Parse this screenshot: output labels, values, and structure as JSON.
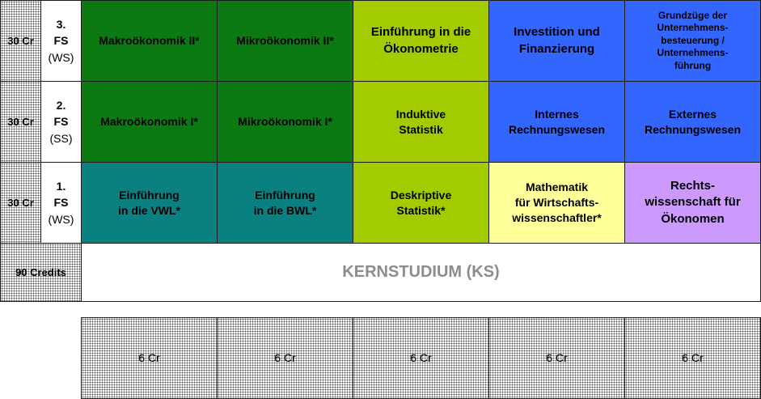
{
  "rows": [
    {
      "credits": "30 Cr",
      "semester_number": "3.",
      "semester_fs": "FS",
      "semester_type": "(WS)",
      "modules": [
        {
          "label": "Makroökonomik II*",
          "color": "#0b7a13"
        },
        {
          "label": "Mikroökonomik II*",
          "color": "#0b7a13"
        },
        {
          "label": "Einführung in die\nÖkonometrie",
          "color": "#a2cc00"
        },
        {
          "label": "Investition und\nFinanzierung",
          "color": "#3366ff"
        },
        {
          "label": "Grundzüge der\nUnternehmens-\nbesteuerung /\nUnternehmens-\nführung",
          "color": "#3366ff"
        }
      ]
    },
    {
      "credits": "30 Cr",
      "semester_number": "2.",
      "semester_fs": "FS",
      "semester_type": "(SS)",
      "modules": [
        {
          "label": "Makroökonomik I*",
          "color": "#0b7a13"
        },
        {
          "label": "Mikroökonomik I*",
          "color": "#0b7a13"
        },
        {
          "label": "Induktive\nStatistik",
          "color": "#a2cc00"
        },
        {
          "label": "Internes\nRechnungswesen",
          "color": "#3366ff"
        },
        {
          "label": "Externes\nRechnungswesen",
          "color": "#3366ff"
        }
      ]
    },
    {
      "credits": "30 Cr",
      "semester_number": "1.",
      "semester_fs": "FS",
      "semester_type": "(WS)",
      "modules": [
        {
          "label": "Einführung\nin die VWL*",
          "color": "#0a8080"
        },
        {
          "label": "Einführung\nin die BWL*",
          "color": "#0a8080"
        },
        {
          "label": "Deskriptive\nStatistik*",
          "color": "#a2cc00"
        },
        {
          "label": "Mathematik\nfür Wirtschafts-\nwissenschaftler*",
          "color": "#ffff99"
        },
        {
          "label": "Rechts-\nwissenschaft für\nÖkonomen",
          "color": "#cc99ff"
        }
      ]
    }
  ],
  "total": {
    "credits": "90 Credits",
    "label": "KERNSTUDIUM (KS)"
  },
  "bottom_blocks": [
    "6 Cr",
    "6 Cr",
    "6 Cr",
    "6 Cr",
    "6 Cr"
  ]
}
